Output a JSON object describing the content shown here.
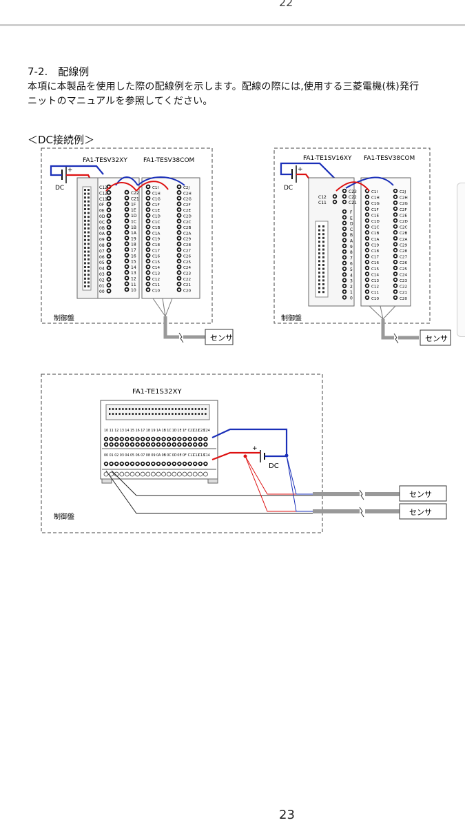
{
  "page": {
    "top_page_number": "22",
    "bottom_page_number": "23"
  },
  "section": {
    "title": "7-2.　配線例",
    "body_line1": "本項に本製品を使用した際の配線例を示します。配線の際には,使用する三菱電機(株)発行",
    "body_line2": "ニットのマニュアルを参照してください。",
    "dc_example_title": "＜DC接続例＞"
  },
  "diagram1": {
    "module_left": "FA1-TESV32XY",
    "module_right": "FA1-TESV38COM",
    "dc_label": "DC",
    "plus": "+",
    "panel_label": "制御盤",
    "sensor_label": "センサ",
    "left_top_terminals": [
      "C12",
      "C12",
      "C11"
    ],
    "left_col2_terminals": [
      "C22",
      "C21"
    ],
    "left_terminals": [
      "0F",
      "0E",
      "0D",
      "0C",
      "0B",
      "0A",
      "09",
      "08",
      "07",
      "06",
      "05",
      "04",
      "03",
      "02",
      "01",
      "00"
    ],
    "mid_terminals": [
      "1F",
      "1E",
      "1D",
      "1C",
      "1B",
      "1A",
      "19",
      "18",
      "17",
      "16",
      "15",
      "14",
      "13",
      "12",
      "11",
      "10"
    ],
    "com_col1": [
      "C1I",
      "C1H",
      "C1G",
      "C1F",
      "C1E",
      "C1D",
      "C1C",
      "C1B",
      "C1A",
      "C19",
      "C18",
      "C17",
      "C16",
      "C15",
      "C14",
      "C13",
      "C12",
      "C11",
      "C10"
    ],
    "com_col2": [
      "C2J",
      "C2H",
      "C2G",
      "C2F",
      "C2E",
      "C2D",
      "C2C",
      "C2B",
      "C2A",
      "C29",
      "C28",
      "C27",
      "C26",
      "C25",
      "C24",
      "C23",
      "C22",
      "C21",
      "C20"
    ]
  },
  "diagram2": {
    "module_left": "FA1-TE1SV16XY",
    "module_right": "FA1-TESV38COM",
    "dc_label": "DC",
    "plus": "+",
    "panel_label": "制御盤",
    "sensor_label": "センサ",
    "top_terminals": [
      "C12",
      "C11"
    ],
    "side_terminals": [
      "C23",
      "C22",
      "C21"
    ],
    "terminals": [
      "F",
      "E",
      "D",
      "C",
      "B",
      "A",
      "9",
      "8",
      "7",
      "6",
      "5",
      "4",
      "3",
      "2",
      "1",
      "0"
    ]
  },
  "diagram3": {
    "module": "FA1-TE1S32XY",
    "dc_label": "DC",
    "plus": "+",
    "panel_label": "制御盤",
    "sensor_labels": [
      "センサ",
      "センサ"
    ],
    "top_row": [
      "10",
      "11",
      "12",
      "13",
      "14",
      "15",
      "16",
      "17",
      "18",
      "19",
      "1A",
      "1B",
      "1C",
      "1D",
      "1E",
      "1F",
      "C21",
      "C22",
      "C23",
      "C24"
    ],
    "bottom_row": [
      "00",
      "01",
      "02",
      "03",
      "04",
      "05",
      "06",
      "07",
      "08",
      "09",
      "0A",
      "0B",
      "0C",
      "0D",
      "0E",
      "0F",
      "C11",
      "C12",
      "C13",
      "C14"
    ]
  }
}
